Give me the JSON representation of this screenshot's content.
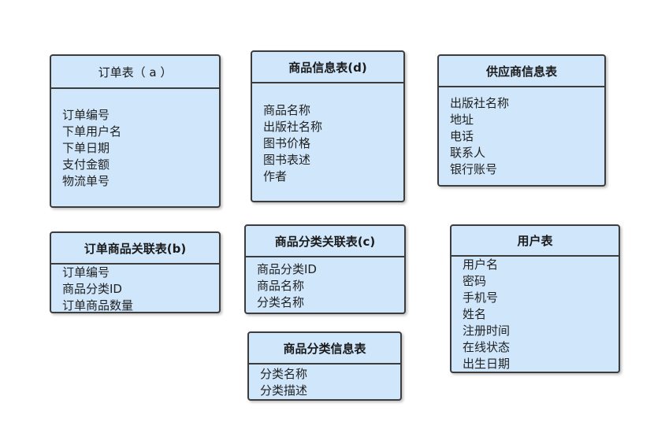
{
  "entities": [
    {
      "id": "order",
      "title": "订单表（ a ）",
      "bold": false,
      "fields": [
        "订单编号",
        "下单用户名",
        "下单日期",
        "支付金额",
        "物流单号"
      ]
    },
    {
      "id": "product-info",
      "title": "商品信息表(d)",
      "bold": true,
      "fields": [
        "商品名称",
        "出版社名称",
        "图书价格",
        "图书表述",
        "作者"
      ]
    },
    {
      "id": "supplier-info",
      "title": "供应商信息表",
      "bold": true,
      "fields": [
        "出版社名称",
        "地址",
        "电话",
        "联系人",
        "银行账号"
      ]
    },
    {
      "id": "order-product-link",
      "title": "订单商品关联表(b)",
      "bold": true,
      "fields": [
        "订单编号",
        "商品分类ID",
        "订单商品数量"
      ]
    },
    {
      "id": "product-category-link",
      "title": "商品分类关联表(c)",
      "bold": true,
      "fields": [
        "商品分类ID",
        "商品名称",
        "分类名称"
      ]
    },
    {
      "id": "user",
      "title": "用户表",
      "bold": true,
      "fields": [
        "用户名",
        "密码",
        "手机号",
        "姓名",
        "注册时间",
        "在线状态",
        "出生日期"
      ]
    },
    {
      "id": "category-info",
      "title": "商品分类信息表",
      "bold": true,
      "fields": [
        "分类名称",
        "分类描述"
      ]
    }
  ]
}
